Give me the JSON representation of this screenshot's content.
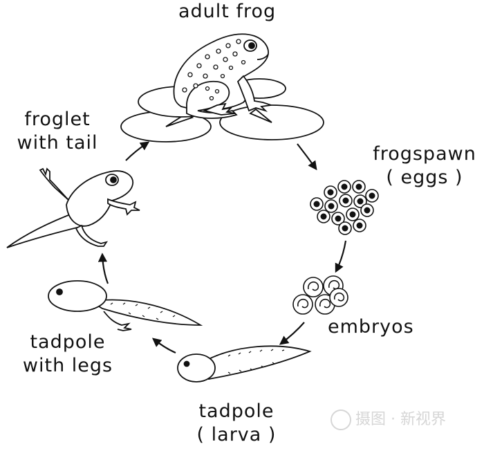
{
  "diagram": {
    "stages": [
      {
        "id": "adult-frog",
        "lines": [
          "adult frog"
        ]
      },
      {
        "id": "frogspawn",
        "lines": [
          "frogspawn",
          "( eggs )"
        ]
      },
      {
        "id": "embryos",
        "lines": [
          "embryos"
        ]
      },
      {
        "id": "tadpole",
        "lines": [
          "tadpole",
          "( larva )"
        ]
      },
      {
        "id": "tadpole-with-legs",
        "lines": [
          "tadpole",
          "with legs"
        ]
      },
      {
        "id": "froglet-with-tail",
        "lines": [
          "froglet",
          "with tail"
        ]
      }
    ],
    "line_color": "#111111",
    "fill_color": "#ffffff"
  },
  "watermark": {
    "text": "摄图 · 新视界"
  }
}
